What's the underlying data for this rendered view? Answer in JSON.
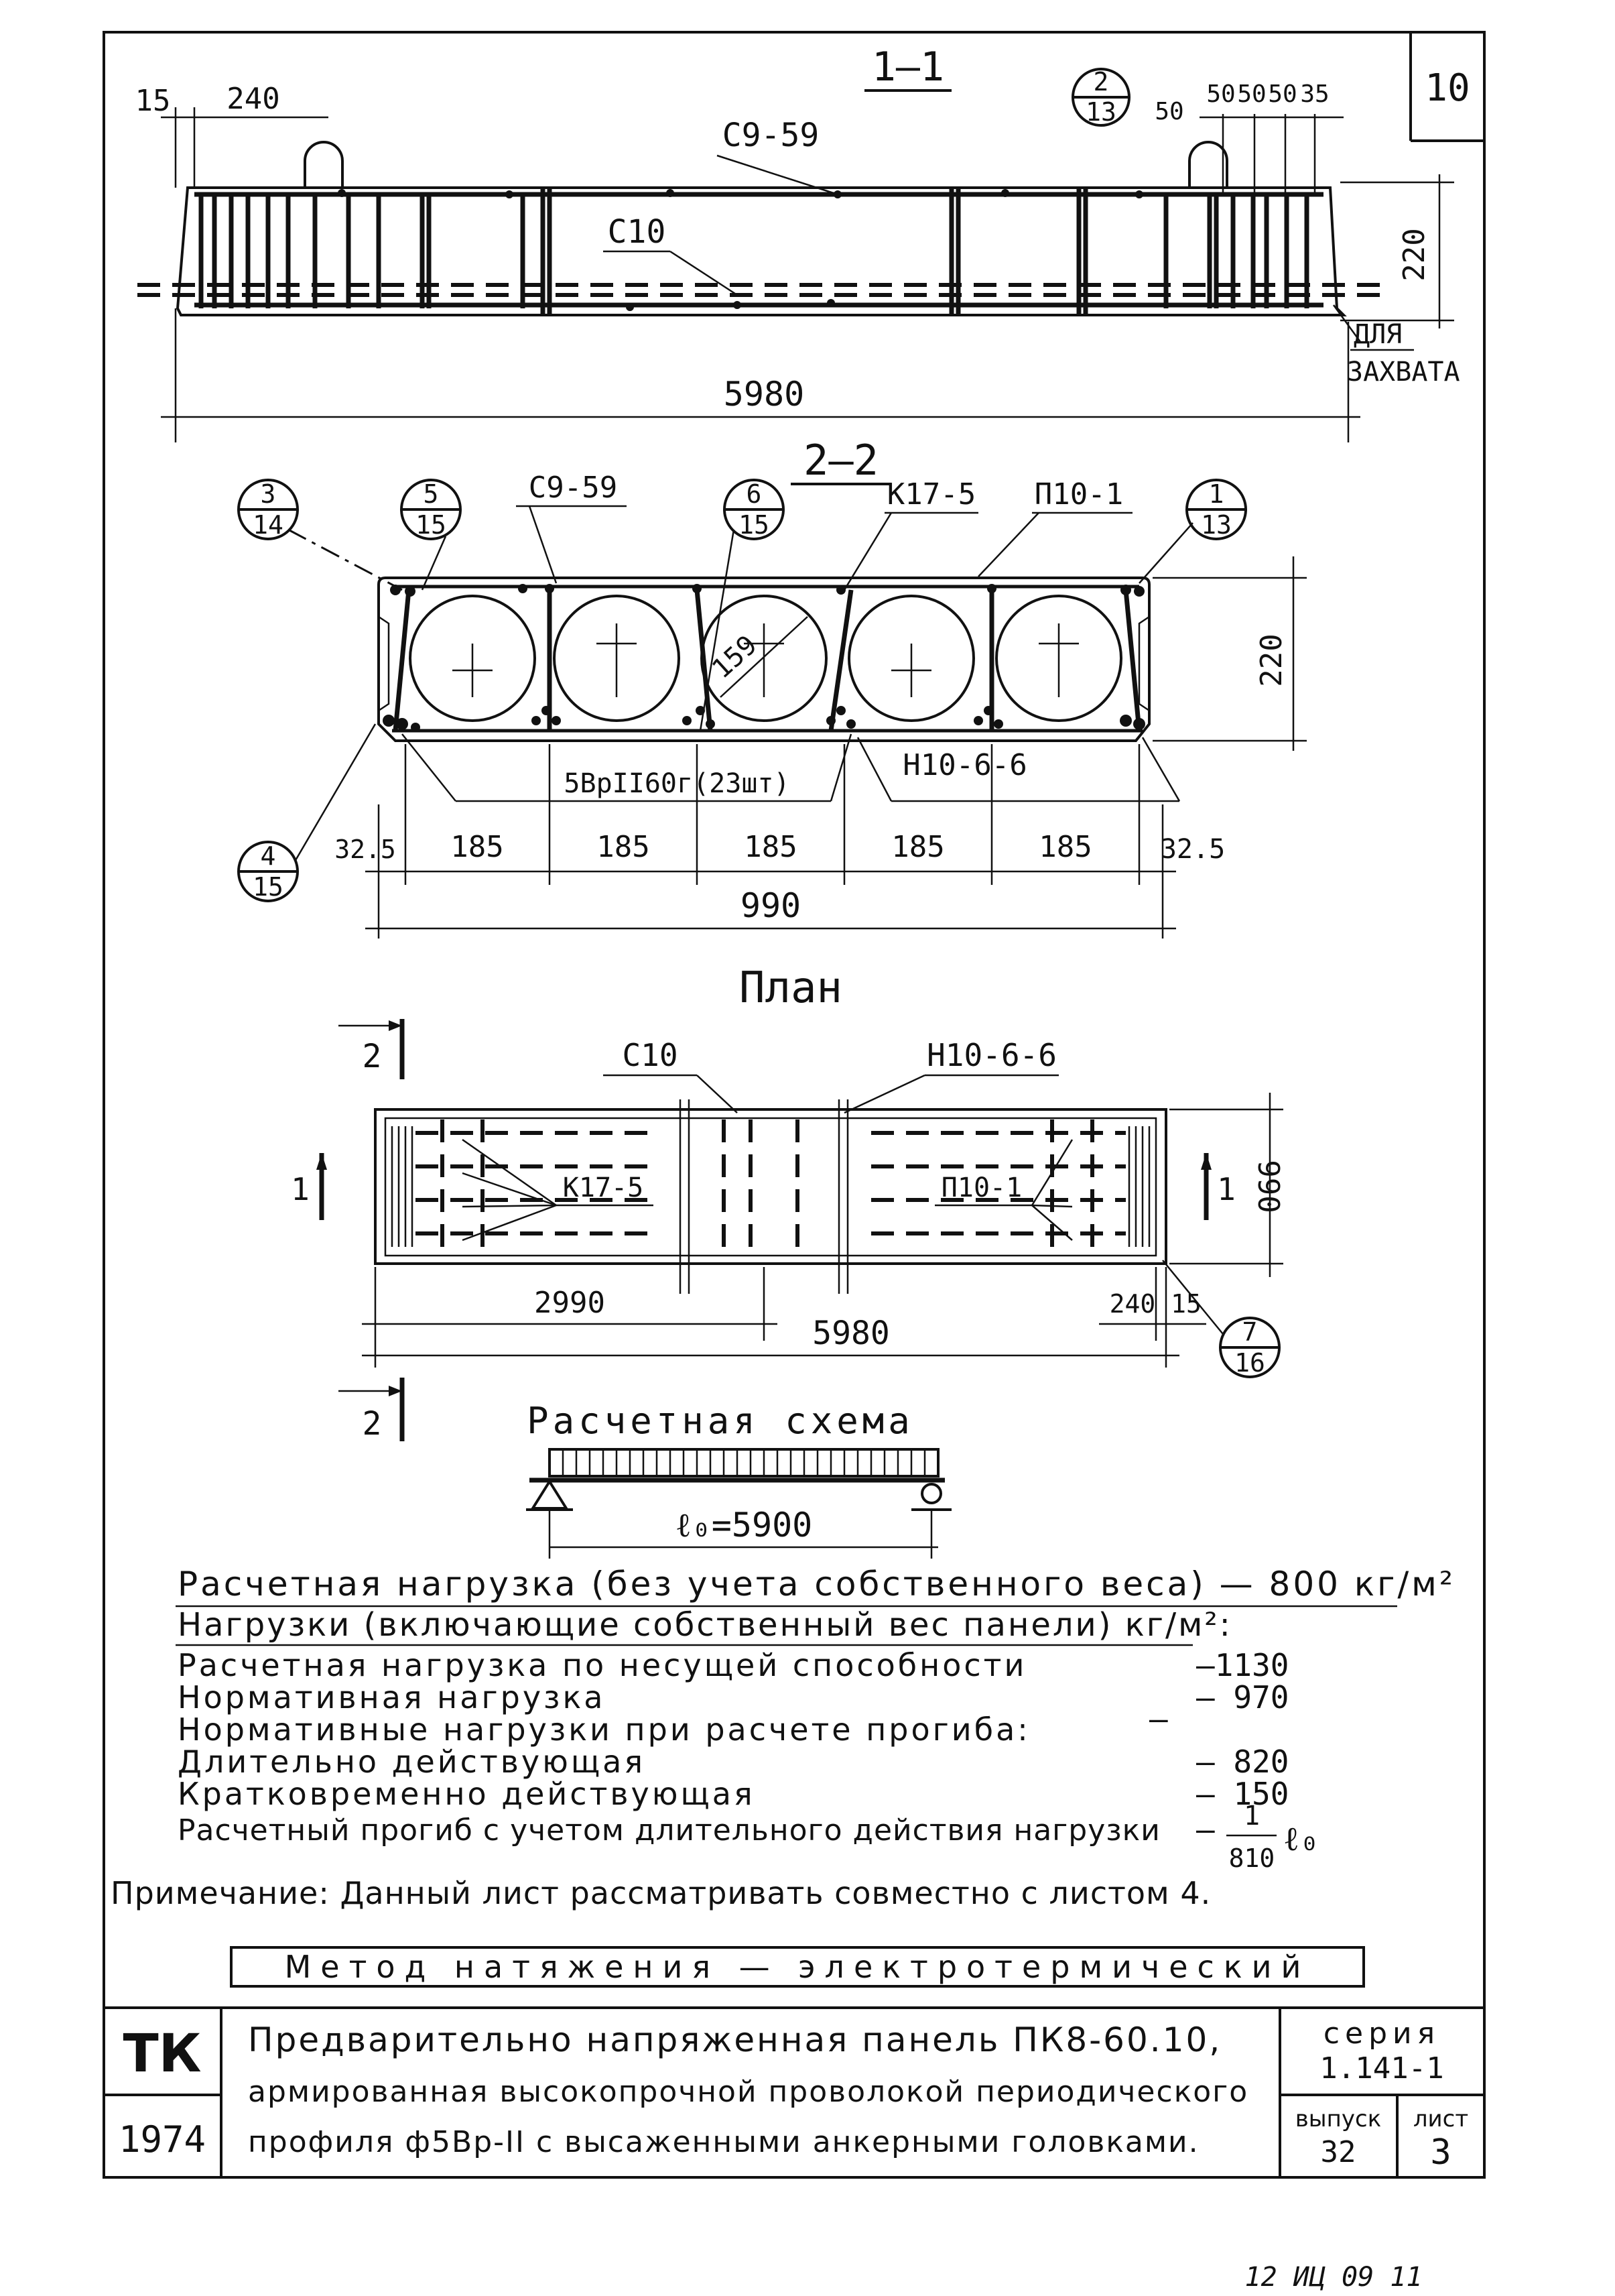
{
  "sheet_number_box": "10",
  "section_1_1": {
    "title": "1–1",
    "dims_top_left": [
      "15",
      "240"
    ],
    "dims_top_right": [
      "50",
      "50",
      "50",
      "50",
      "35"
    ],
    "length": "5980",
    "height": "220",
    "label_mesh_top": "С9-59",
    "label_mesh_bottom": "С10",
    "grip_note_line1": "ДЛЯ",
    "grip_note_line2": "ЗАХВАТА",
    "callout": {
      "top": "2",
      "bottom": "13"
    }
  },
  "section_2_2": {
    "title": "2–2",
    "labels": [
      "С9-59",
      "К17-5",
      "П10-1",
      "Н10-6-6"
    ],
    "tendon_label": "5ВрII60г(23шт)",
    "void_diameter": "159",
    "height": "220",
    "spacing": [
      "32.5",
      "185",
      "185",
      "185",
      "185",
      "185",
      "32.5"
    ],
    "width": "990",
    "callouts": [
      {
        "top": "3",
        "bottom": "14"
      },
      {
        "top": "5",
        "bottom": "15"
      },
      {
        "top": "6",
        "bottom": "15"
      },
      {
        "top": "1",
        "bottom": "13"
      },
      {
        "top": "4",
        "bottom": "15"
      }
    ]
  },
  "plan": {
    "title": "План",
    "labels": [
      "С10",
      "Н10-6-6",
      "К17-5",
      "П10-1"
    ],
    "half_length": "2990",
    "length": "5980",
    "end_dims": [
      "240",
      "15"
    ],
    "width": "990",
    "section_marks": {
      "vertical": "2",
      "horizontal": "1"
    },
    "callout": {
      "top": "7",
      "bottom": "16"
    }
  },
  "design_scheme": {
    "title": "Расчетная схема",
    "span_label": "ℓ₀=5900"
  },
  "loads": {
    "line1": "Расчетная нагрузка (без учета собственного веса) — 800 кг/м²",
    "line2": "Нагрузки (включающие собственный вес панели) кг/м²:",
    "rows": [
      {
        "label": "Расчетная нагрузка по несущей способности",
        "value": "—1130"
      },
      {
        "label": "Нормативная нагрузка",
        "value": "— 970"
      },
      {
        "label": "Нормативные нагрузки при расчете прогиба:",
        "value": "—"
      },
      {
        "label": "Длительно действующая",
        "value": "— 820"
      },
      {
        "label": "Кратковременно действующая",
        "value": "— 150"
      },
      {
        "label": "Расчетный прогиб с учетом длительного действия нагрузки",
        "value": "—"
      }
    ],
    "deflection_numerator": "1",
    "deflection_denominator": "810",
    "deflection_var": "ℓ₀",
    "note": "Примечание: Данный лист рассматривать совместно с листом 4."
  },
  "method": "Метод натяжения — электротермический",
  "title_block": {
    "org": "ТК",
    "year": "1974",
    "title_line1": "Предварительно напряженная панель ПК8-60.10,",
    "title_line2": "армированная высокопрочной проволокой периодического",
    "title_line3": "профиля ф5Вр-II с высаженными анкерными головками.",
    "series_label": "серия",
    "series_value": "1.141-1",
    "issue_label": "выпуск",
    "issue_value": "32",
    "sheet_label": "лист",
    "sheet_value": "3"
  },
  "bottom_handwriting": "12 ИЦ 09 11"
}
